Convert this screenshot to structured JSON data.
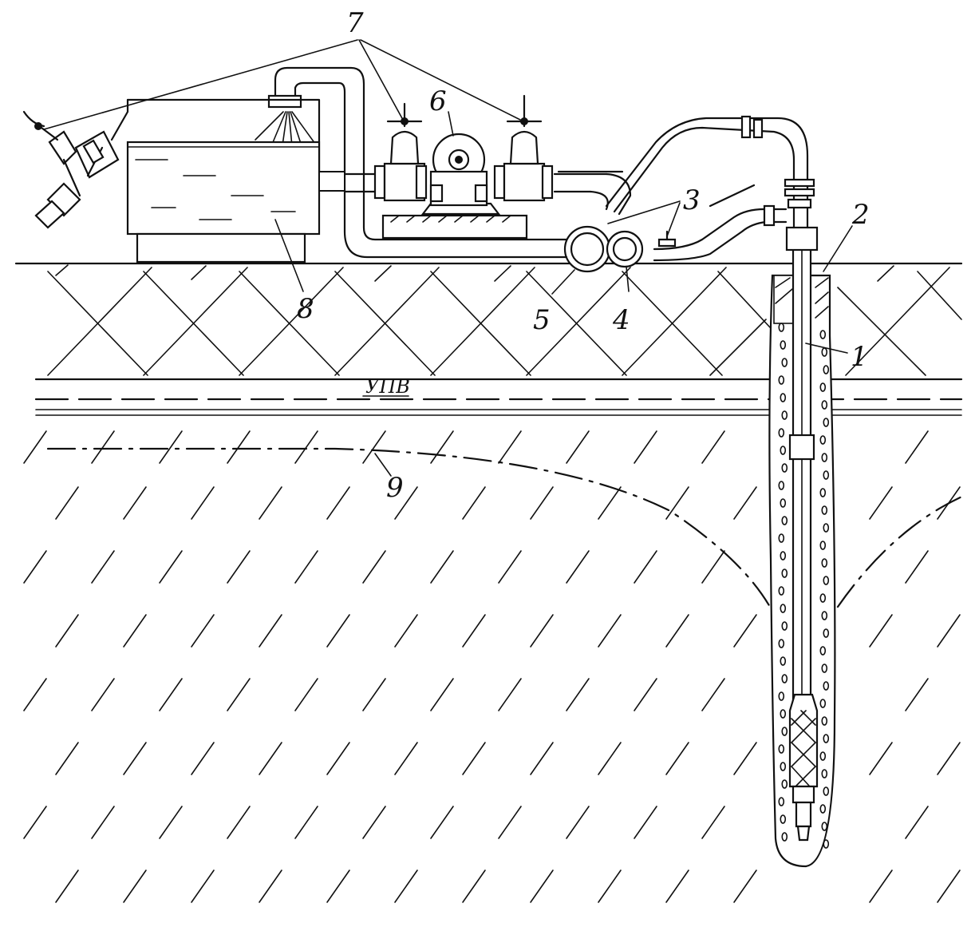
{
  "labels": {
    "l1": "1",
    "l2": "2",
    "l3": "3",
    "l4": "4",
    "l5": "5",
    "l6": "6",
    "l7": "7",
    "l8": "8",
    "l9": "9",
    "upv": "УПВ"
  }
}
